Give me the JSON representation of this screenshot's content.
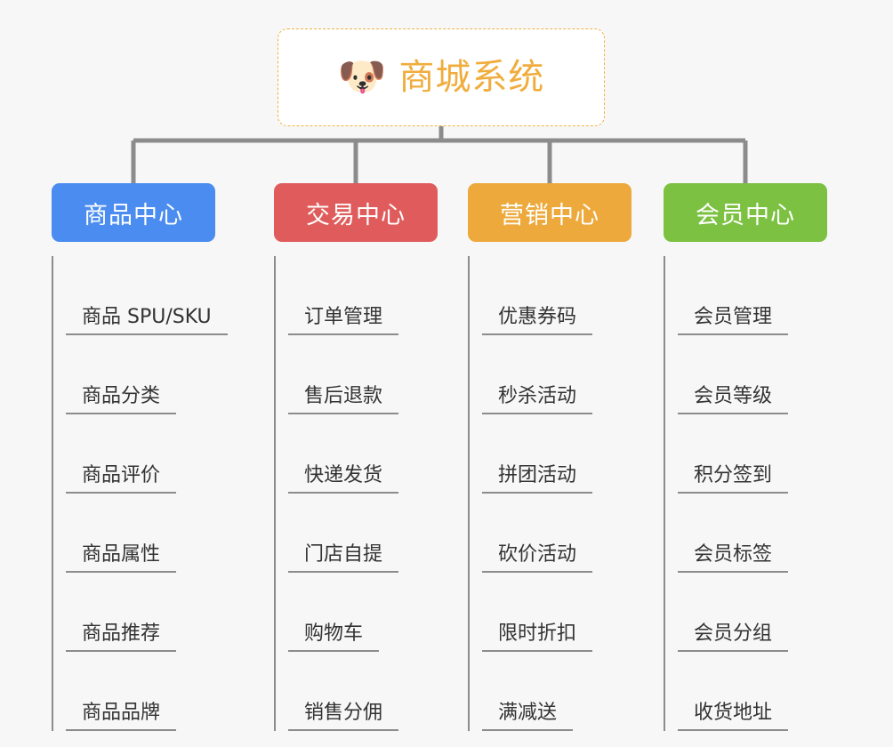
{
  "page": {
    "background_color": "#f7f7f7",
    "line_color": "#8c8c8c"
  },
  "root": {
    "icon": "shiba-dog-face-emoji",
    "emoji": "🐶",
    "title": "商城系统",
    "text_color": "#f0ad3e",
    "border_color": "#eeb33f",
    "background_color": "#ffffff"
  },
  "branches": [
    {
      "label": "商品中心",
      "color": "#4a8cf0",
      "items": [
        "商品 SPU/SKU",
        "商品分类",
        "商品评价",
        "商品属性",
        "商品推荐",
        "商品品牌"
      ]
    },
    {
      "label": "交易中心",
      "color": "#e05c5c",
      "items": [
        "订单管理",
        "售后退款",
        "快递发货",
        "门店自提",
        "购物车",
        "销售分佣"
      ]
    },
    {
      "label": "营销中心",
      "color": "#eda93c",
      "items": [
        "优惠券码",
        "秒杀活动",
        "拼团活动",
        "砍价活动",
        "限时折扣",
        "满减送"
      ]
    },
    {
      "label": "会员中心",
      "color": "#7cc142",
      "items": [
        "会员管理",
        "会员等级",
        "积分签到",
        "会员标签",
        "会员分组",
        "收货地址"
      ]
    }
  ]
}
